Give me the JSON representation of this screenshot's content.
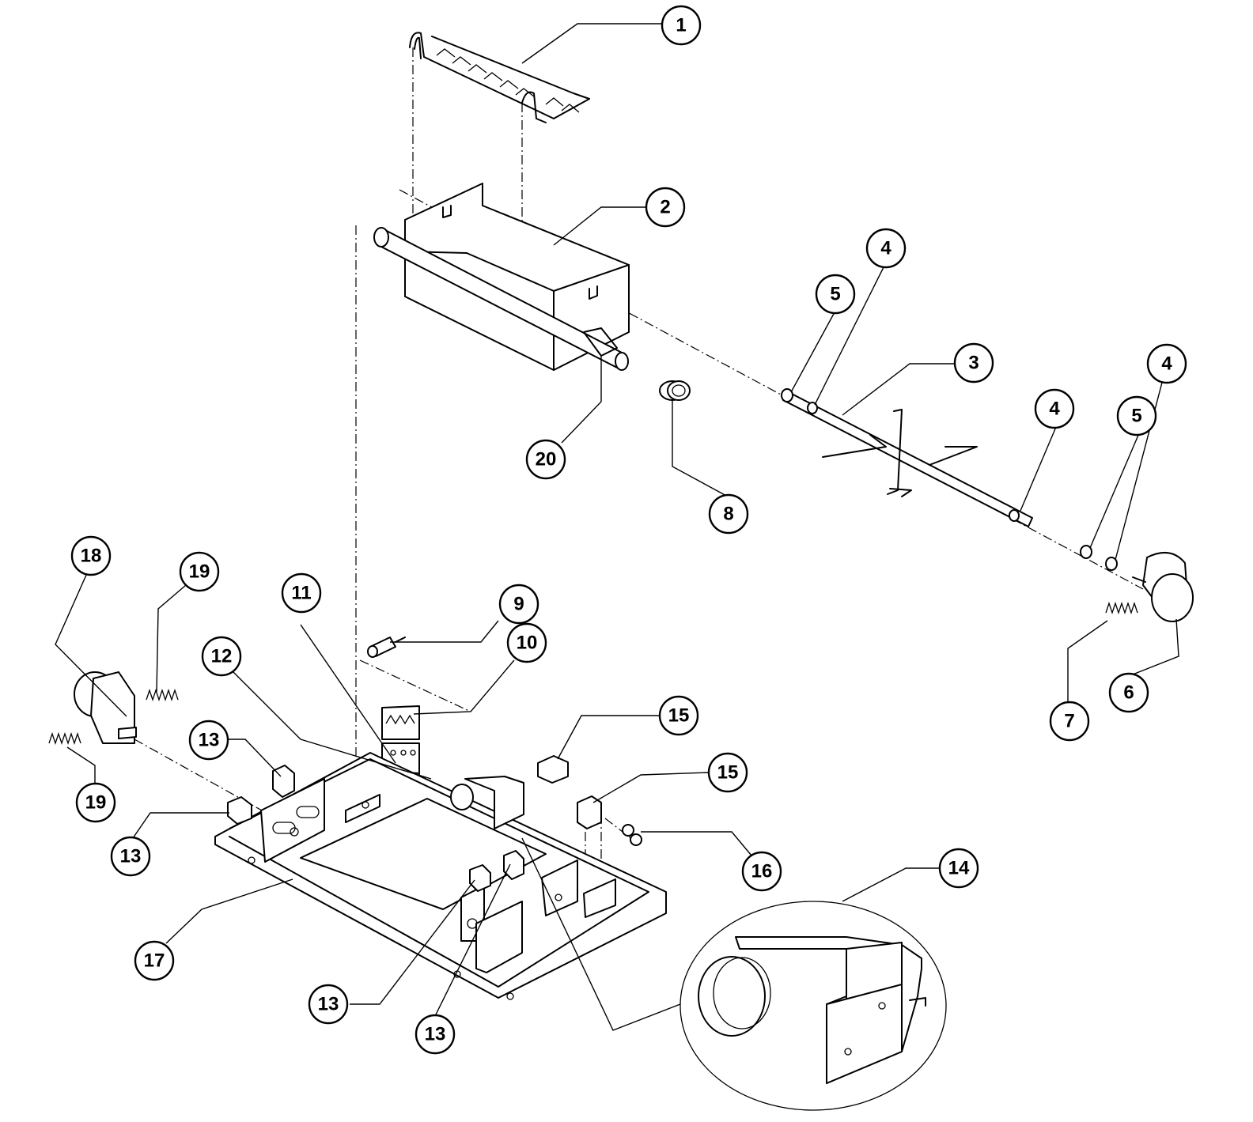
{
  "callouts": [
    {
      "id": "c1",
      "label": "1"
    },
    {
      "id": "c2",
      "label": "2"
    },
    {
      "id": "c3",
      "label": "3"
    },
    {
      "id": "c4a",
      "label": "4"
    },
    {
      "id": "c4b",
      "label": "4"
    },
    {
      "id": "c4c",
      "label": "4"
    },
    {
      "id": "c5a",
      "label": "5"
    },
    {
      "id": "c5b",
      "label": "5"
    },
    {
      "id": "c6",
      "label": "6"
    },
    {
      "id": "c7",
      "label": "7"
    },
    {
      "id": "c8",
      "label": "8"
    },
    {
      "id": "c9",
      "label": "9"
    },
    {
      "id": "c10",
      "label": "10"
    },
    {
      "id": "c11",
      "label": "11"
    },
    {
      "id": "c12",
      "label": "12"
    },
    {
      "id": "c13a",
      "label": "13"
    },
    {
      "id": "c13b",
      "label": "13"
    },
    {
      "id": "c13c",
      "label": "13"
    },
    {
      "id": "c13d",
      "label": "13"
    },
    {
      "id": "c14",
      "label": "14"
    },
    {
      "id": "c15a",
      "label": "15"
    },
    {
      "id": "c15b",
      "label": "15"
    },
    {
      "id": "c16",
      "label": "16"
    },
    {
      "id": "c17",
      "label": "17"
    },
    {
      "id": "c18",
      "label": "18"
    },
    {
      "id": "c19a",
      "label": "19"
    },
    {
      "id": "c19b",
      "label": "19"
    },
    {
      "id": "c20",
      "label": "20"
    }
  ]
}
